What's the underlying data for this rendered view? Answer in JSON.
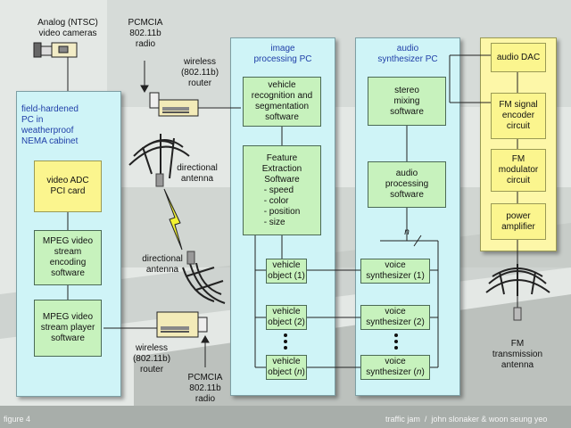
{
  "labels": {
    "cameras": "Analog (NTSC)\nvideo cameras",
    "pcmcia_top": "PCMCIA\n802.11b\nradio",
    "wireless_top": "wireless\n(802.11b)\nrouter",
    "directional_top": "directional\nantenna",
    "directional_bottom": "directional\nantenna",
    "wireless_bottom": "wireless\n(802.11b)\nrouter",
    "pcmcia_bottom": "PCMCIA\n802.11b\nradio",
    "fm_antenna": "FM\ntransmission\nantenna",
    "n_marker": "n"
  },
  "panels": {
    "field_pc": "field-hardened\nPC in\nweatherproof\nNEMA cabinet",
    "image_pc": "image\nprocessing PC",
    "audio_pc": "audio\nsynthesizer PC"
  },
  "boxes": {
    "video_adc": "video ADC\nPCI card",
    "mpeg_encode": "MPEG video\nstream\nencoding\nsoftware",
    "mpeg_player": "MPEG video\nstream player\nsoftware",
    "vehicle_rec": "vehicle\nrecognition and\nsegmentation\nsoftware",
    "feature_title": "Feature\nExtraction\nSoftware",
    "feature_items": [
      "- speed",
      "- color",
      "- position",
      "- size"
    ],
    "vehicle_obj_1": "vehicle\nobject (1)",
    "vehicle_obj_2": "vehicle\nobject (2)",
    "vehicle_obj_n_line1": "vehicle",
    "vehicle_obj_n_line2a": "object (",
    "vehicle_obj_n_italic": "n",
    "vehicle_obj_n_line2b": ")",
    "stereo_mixing": "stereo\nmixing\nsoftware",
    "audio_processing": "audio\nprocessing\nsoftware",
    "voice_1": "voice\nsynthesizer (1)",
    "voice_2": "voice\nsynthesizer (2)",
    "voice_n_line1": "voice",
    "voice_n_line2a": "synthesizer (",
    "voice_n_italic": "n",
    "voice_n_line2b": ")",
    "audio_dac": "audio DAC",
    "fm_encoder": "FM signal\nencoder\ncircuit",
    "fm_modulator": "FM\nmodulator\ncircuit",
    "power_amp": "power\namplifier"
  },
  "footer": {
    "left": "figure 4",
    "right": "traffic jam  /  john slonaker & woon seung yeo"
  },
  "colors": {
    "panel": "#cff4f7",
    "yellow": "#fbf58e",
    "green_box": "#c7f2bd",
    "blue_text": "#1f3fa8",
    "lightning": "#f2f233"
  }
}
